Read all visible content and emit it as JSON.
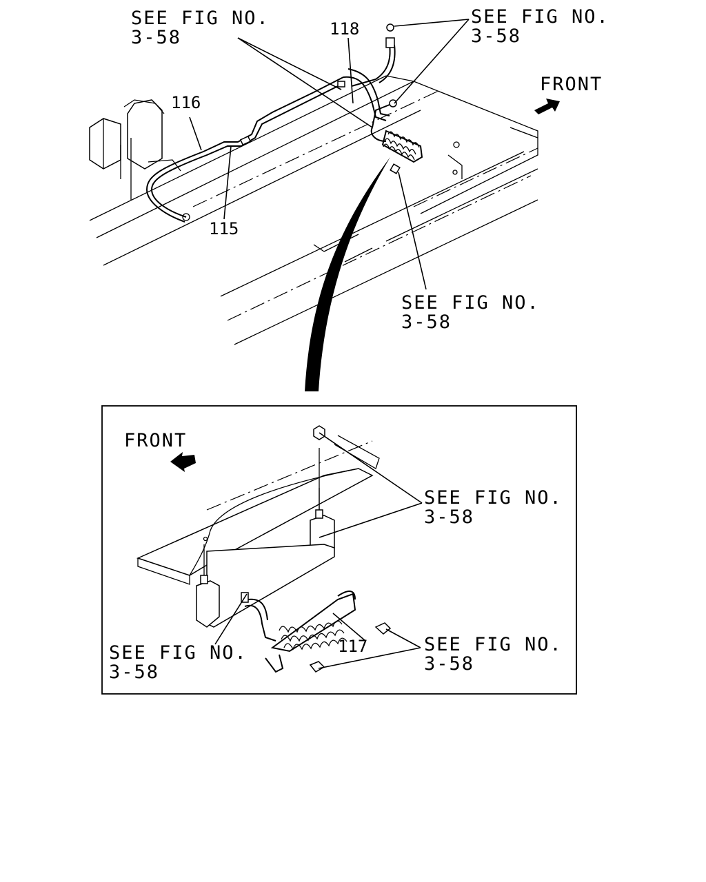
{
  "upper_view": {
    "front_label": "FRONT",
    "callouts": [
      {
        "id": "ref-top-left",
        "line1": "SEE FIG NO.",
        "line2": "3-58"
      },
      {
        "id": "ref-top-right",
        "line1": "SEE FIG NO.",
        "line2": "3-58"
      },
      {
        "id": "ref-middle",
        "line1": "SEE FIG NO.",
        "line2": "3-58"
      }
    ],
    "part_numbers": {
      "p118": "118",
      "p116": "116",
      "p115": "115"
    }
  },
  "detail_view": {
    "front_label": "FRONT",
    "callouts": [
      {
        "id": "ref-detail-top",
        "line1": "SEE FIG NO.",
        "line2": "3-58"
      },
      {
        "id": "ref-detail-left",
        "line1": "SEE FIG NO.",
        "line2": "3-58"
      },
      {
        "id": "ref-detail-right",
        "line1": "SEE FIG NO.",
        "line2": "3-58"
      }
    ],
    "part_numbers": {
      "p117": "117"
    }
  }
}
